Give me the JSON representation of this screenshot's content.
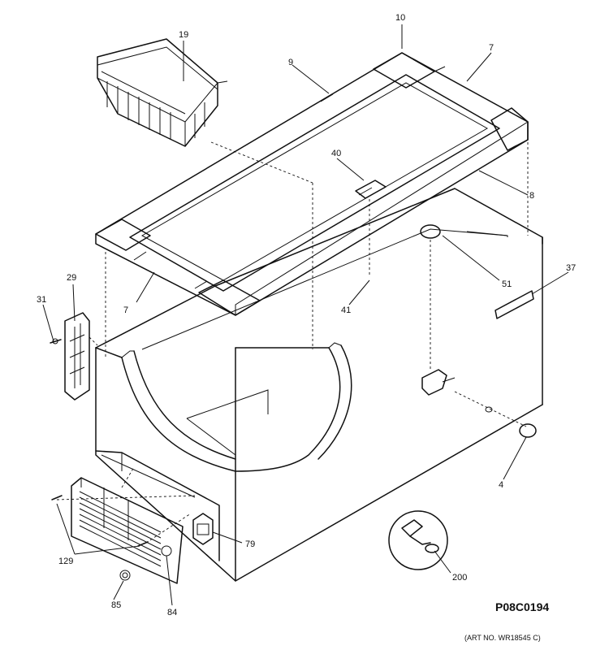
{
  "callouts": {
    "c4": "4",
    "c7a": "7",
    "c7b": "7",
    "c8": "8",
    "c9": "9",
    "c10": "10",
    "c19": "19",
    "c29": "29",
    "c31": "31",
    "c37": "37",
    "c40": "40",
    "c41": "41",
    "c51": "51",
    "c79": "79",
    "c84": "84",
    "c85": "85",
    "c129": "129",
    "c200": "200"
  },
  "drawing_number": "P08C0194",
  "art_number": "(ART NO. WR18545 C)"
}
